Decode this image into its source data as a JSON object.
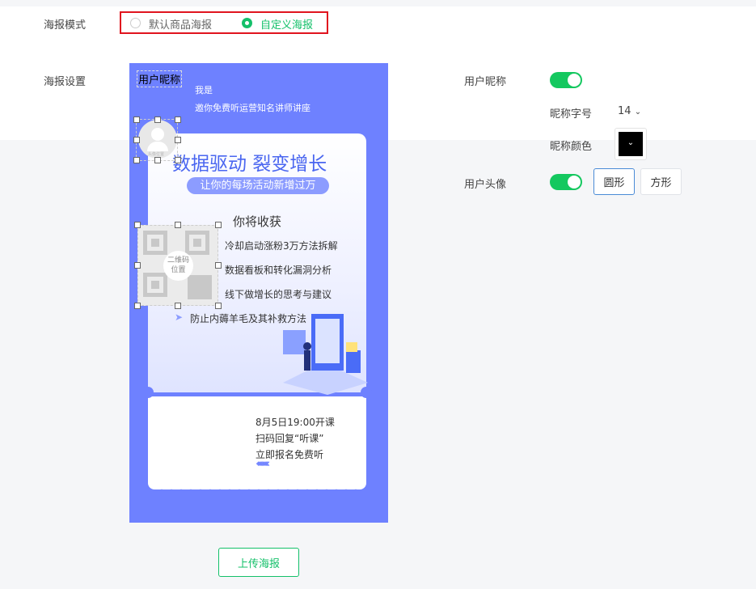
{
  "poster_mode": {
    "label": "海报模式",
    "options": [
      {
        "label": "默认商品海报",
        "selected": false
      },
      {
        "label": "自定义海报",
        "selected": true
      }
    ]
  },
  "poster_settings": {
    "label": "海报设置"
  },
  "poster": {
    "nickname_placeholder": "用户昵称",
    "line1": "我是",
    "line2": "邀你免费听运营知名讲师讲座",
    "avatar_caption": "头像位置",
    "headline": "数据驱动 裂变增长",
    "subheadline": "让你的每场活动新增过万",
    "gain_title": "你将收获",
    "bullets": [
      "冷却启动涨粉3万方法拆解",
      "数据看板和转化漏洞分析",
      "线下做增长的思考与建议",
      "防止内薅羊毛及其补救方法"
    ],
    "qr_caption": "二维码位置",
    "ticket_lines": [
      "8月5日19:00开课",
      "扫码回复“听课”",
      "立即报名免费听"
    ],
    "arrows": "《《《《《《《《《《《《",
    "bg_color": "#6e81ff"
  },
  "settings": {
    "nickname": {
      "label": "用户昵称",
      "enabled": true,
      "font_size_label": "昵称字号",
      "font_size": "14",
      "color_label": "昵称颜色",
      "color": "#000000"
    },
    "avatar": {
      "label": "用户头像",
      "enabled": true,
      "shapes": [
        "圆形",
        "方形"
      ],
      "selected_shape": "圆形"
    }
  },
  "upload_button": "上传海报",
  "accent": "#14c06a"
}
